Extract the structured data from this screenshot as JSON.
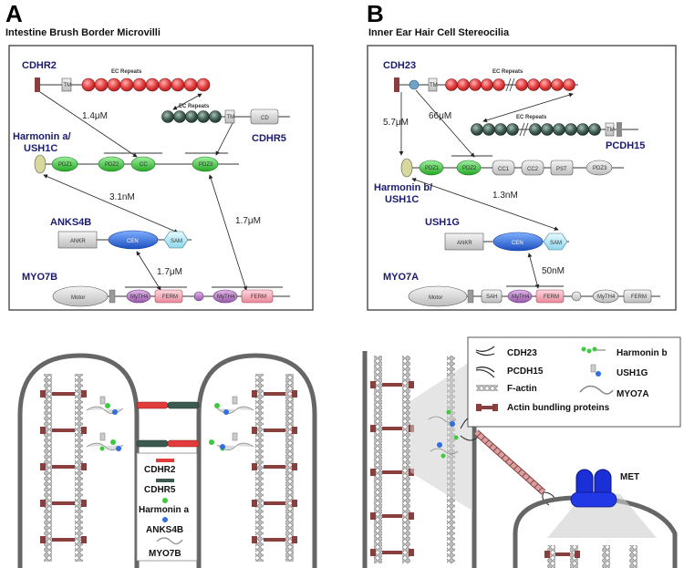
{
  "panel_a": {
    "letter": "A",
    "title": "Intestine Brush Border Microvilli",
    "proteins": {
      "cdhr2": "CDHR2",
      "cdhr5": "CDHR5",
      "harmonin_line1": "Harmonin a/",
      "harmonin_line2": "USH1C",
      "anks4b": "ANKS4B",
      "myo7b": "MYO7B"
    },
    "domains": {
      "ec_repeats_1": "EC Repeats",
      "ec_repeats_2": "EC Repeats",
      "tm": "TM",
      "tm2": "TM",
      "cd": "CD",
      "pdz1": "PDZ1",
      "pdz2": "PDZ2",
      "cc": "CC",
      "pdz3": "PDZ3",
      "ankr": "ANKR",
      "cen": "CEN",
      "sam": "SAM",
      "motor": "Motor",
      "myth4_1": "MyTH4",
      "ferm_1": "FERM",
      "myth4_2": "MyTH4",
      "ferm_2": "FERM"
    },
    "affinities": {
      "cdhr2_cdhr5": "1.4μM",
      "harmonin_anks4b": "3.1nM",
      "harmonin_myo7b": "1.7μM",
      "anks4b_myo7b": "1.7μM"
    },
    "inset_legend": [
      "CDHR2",
      "CDHR5",
      "Harmonin a",
      "ANKS4B",
      "MYO7B"
    ]
  },
  "panel_b": {
    "letter": "B",
    "title": "Inner Ear Hair Cell Stereocilia",
    "proteins": {
      "cdh23": "CDH23",
      "pcdh15": "PCDH15",
      "harmonin_line1": "Harmonin b/",
      "harmonin_line2": "USH1C",
      "ush1g": "USH1G",
      "myo7a": "MYO7A"
    },
    "domains": {
      "ec_repeats_1": "EC Repeats",
      "ec_repeats_2": "EC Repeats",
      "tm": "TM",
      "tm2": "TM",
      "pdz1": "PDZ1",
      "pdz2": "PDZ2",
      "cc1": "CC1",
      "cc2": "CC2",
      "pst": "PST",
      "pdz3": "PDZ3",
      "ankr": "ANKR",
      "cen": "CEN",
      "sam": "SAM",
      "motor": "Motor",
      "sah": "SAH",
      "myth4_1": "MyTH4",
      "ferm_1": "FERM",
      "myth4_2": "MyTH4",
      "ferm_2": "FERM"
    },
    "affinities": {
      "cdh23_harmonin": "5.7μM",
      "cdh23_pcdh15": "66μM",
      "harmonin_ush1g": "1.3nM",
      "ush1g_myo7a": "50nM"
    },
    "legend": {
      "cdh23": "CDH23",
      "pcdh15": "PCDH15",
      "factin": "F-actin",
      "actin_bundling": "Actin bundling proteins",
      "harmonin_b": "Harmonin b",
      "ush1g": "USH1G",
      "myo7a": "MYO7A"
    },
    "met": "MET"
  },
  "colors": {
    "ec_red": "#e23b3b",
    "ec_dark": "#3c5a4f",
    "pdz_green": "#3ec93e",
    "cen_blue": "#2f6fe0",
    "ferm_pink": "#f2a6b3",
    "myth4_purple": "#b06fc0",
    "met_blue": "#1a2fd6",
    "actin_brown": "#8a3f3f",
    "panel_border": "#555555"
  }
}
